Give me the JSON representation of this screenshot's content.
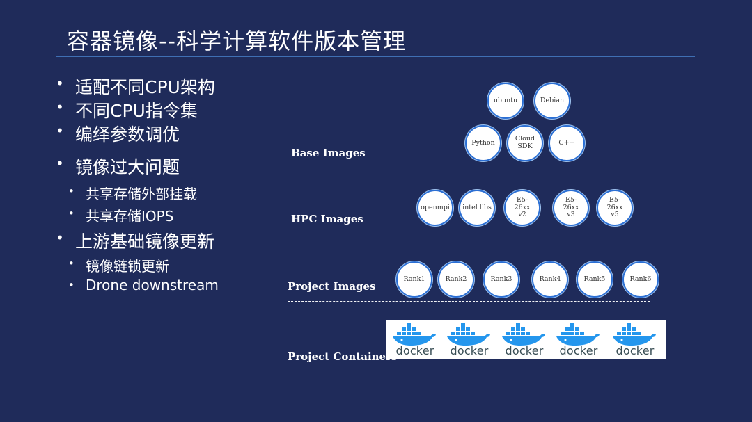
{
  "title": "容器镜像--科学计算软件版本管理",
  "bullets": [
    {
      "level": 1,
      "text": "适配不同CPU架构"
    },
    {
      "level": 1,
      "text": "不同CPU指令集"
    },
    {
      "level": 1,
      "text": "编绎参数调优"
    },
    {
      "level": 1,
      "text": "镜像过大问题"
    },
    {
      "level": 2,
      "text": "共享存储外部挂载"
    },
    {
      "level": 2,
      "text": "共享存储IOPS"
    },
    {
      "level": 1,
      "text": "上游基础镜像更新"
    },
    {
      "level": 2,
      "text": "镜像链锁更新"
    },
    {
      "level": 2,
      "text": "Drone downstream"
    }
  ],
  "layers": [
    {
      "label": "Base Images",
      "nodes": [
        "ubuntu",
        "Debian",
        "Python",
        "Cloud SDK",
        "C++"
      ]
    },
    {
      "label": "HPC Images",
      "nodes": [
        "openmpi",
        "intel libs",
        "E5-26xx v2",
        "E5-26xx v3",
        "E5-26xx v5"
      ]
    },
    {
      "label": "Project Images",
      "nodes": [
        "Rank1",
        "Rank2",
        "Rank3",
        "Rank4",
        "Rank5",
        "Rank6"
      ]
    },
    {
      "label": "Project Containers",
      "containers": [
        "docker",
        "docker",
        "docker",
        "docker",
        "docker"
      ]
    }
  ],
  "colors": {
    "background": "#1f2b5a",
    "node_border": "#2c6fd3",
    "docker_blue": "#2496ed"
  }
}
